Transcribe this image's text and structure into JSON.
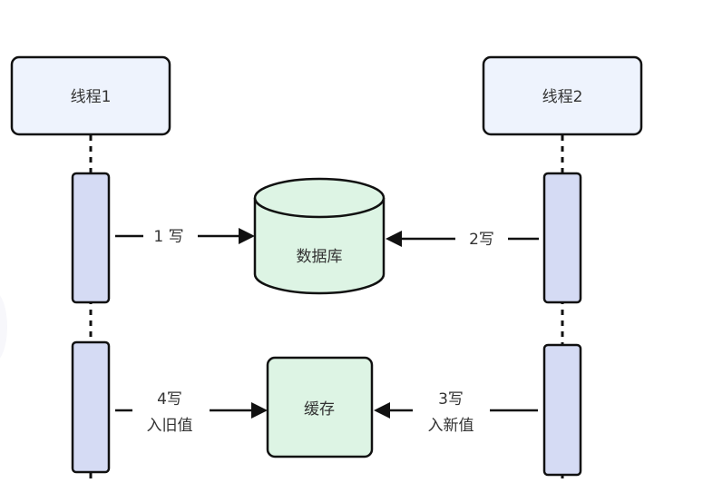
{
  "diagram": {
    "threads": [
      {
        "id": "thread1",
        "label": "线程1"
      },
      {
        "id": "thread2",
        "label": "线程2"
      }
    ],
    "stores": {
      "database": {
        "label": "数据库"
      },
      "cache": {
        "label": "缓存"
      }
    },
    "messages": [
      {
        "step": "1",
        "from": "thread1",
        "to": "database",
        "label_line1": "1 写"
      },
      {
        "step": "2",
        "from": "thread2",
        "to": "database",
        "label_line1": "2写"
      },
      {
        "step": "3",
        "from": "thread2",
        "to": "cache",
        "label_line1": "3写",
        "label_line2": "入新值"
      },
      {
        "step": "4",
        "from": "thread1",
        "to": "cache",
        "label_line1": "4写",
        "label_line2": "入旧值"
      }
    ],
    "colors": {
      "thread_fill": "#eef3fd",
      "activation_fill": "#d5dbf4",
      "store_fill": "#ddf4e4",
      "stroke": "#111111",
      "text": "#333333"
    }
  }
}
